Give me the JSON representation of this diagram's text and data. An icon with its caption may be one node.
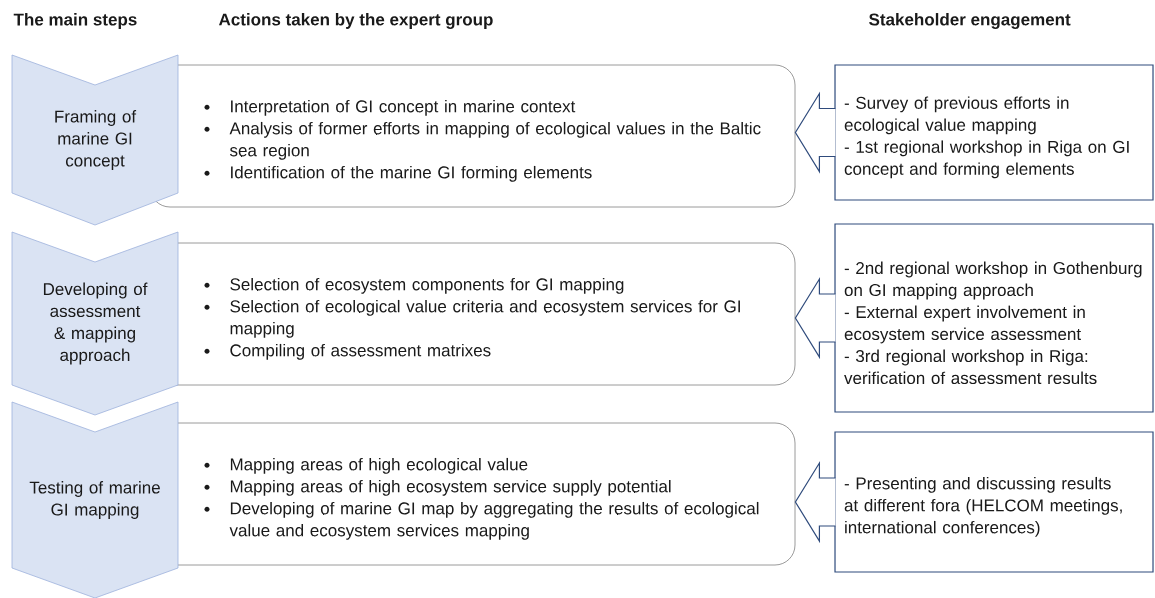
{
  "diagram": {
    "nodes": [
      {
        "text": [
          "Framing of marine GI concept"
        ]
      },
      {
        "text": [
          "Developing of assessment & mapping approach"
        ]
      },
      {
        "text": [
          "Testing of marine GI mapping"
        ]
      },
      {
        "text": [
          "Interpretation of GI concept in marine context",
          "Analysis of former efforts in mapping of ecological values in the Baltic sea region",
          "Identification of the marine GI forming elements"
        ]
      },
      {
        "text": [
          "Selection of ecosystem components for GI mapping",
          "Selection of ecological value criteria and ecosystem services for GI mapping",
          "Compiling of assessment matrixes"
        ]
      },
      {
        "text": [
          "Mapping areas of high ecological value",
          "Mapping areas of high ecosystem service supply potential",
          "Developing of marine GI map by aggregating the results of ecological value and ecosystem services mapping"
        ]
      },
      {
        "text": [
          "- Survey of previous efforts in ecological value mapping",
          "- 1st regional workshop in Riga on GI concept and forming elements"
        ]
      },
      {
        "text": [
          "- 2nd regional workshop in Gothenburg on GI mapping approach",
          "- External expert involvement in ecosystem service assessment",
          "- 3rd regional workshop in Riga: verification of assessment results"
        ]
      },
      {
        "text": [
          "- Presenting and discussing results at different fora (HELCOM meetings, international conferences)"
        ]
      }
    ],
    "edges": [
      {
        "from": 6,
        "to": 3,
        "arrow": "to"
      },
      {
        "from": 7,
        "to": 4,
        "arrow": "to"
      },
      {
        "from": 8,
        "to": 5,
        "arrow": "to"
      }
    ],
    "labels": [
      "The main steps",
      "Actions taken by the expert group",
      "Stakeholder engagement"
    ]
  }
}
